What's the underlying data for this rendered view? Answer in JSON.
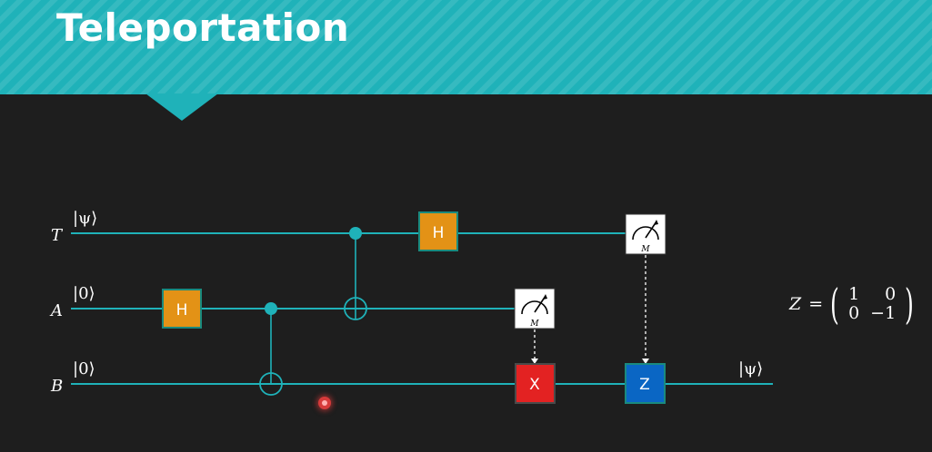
{
  "slide": {
    "title": "Teleportation"
  },
  "circuit": {
    "qubits": [
      {
        "label": "T",
        "initial_state": "|ψ⟩"
      },
      {
        "label": "A",
        "initial_state": "|0⟩"
      },
      {
        "label": "B",
        "initial_state": "|0⟩",
        "final_state": "|ψ⟩"
      }
    ],
    "gates": {
      "h_on_a": "H",
      "h_on_t": "H",
      "x_on_b": "X",
      "z_on_b": "Z",
      "measure_a": "M",
      "measure_t": "M"
    },
    "colors": {
      "wire": "#1fb2b9",
      "h_gate": "#e39216",
      "x_gate": "#e32222",
      "z_gate": "#0a66c4",
      "measure_box": "#ffffff"
    }
  },
  "matrix": {
    "variable": "Z",
    "equals": "=",
    "row1": [
      "1",
      "0"
    ],
    "row2": [
      "0",
      "−1"
    ]
  }
}
